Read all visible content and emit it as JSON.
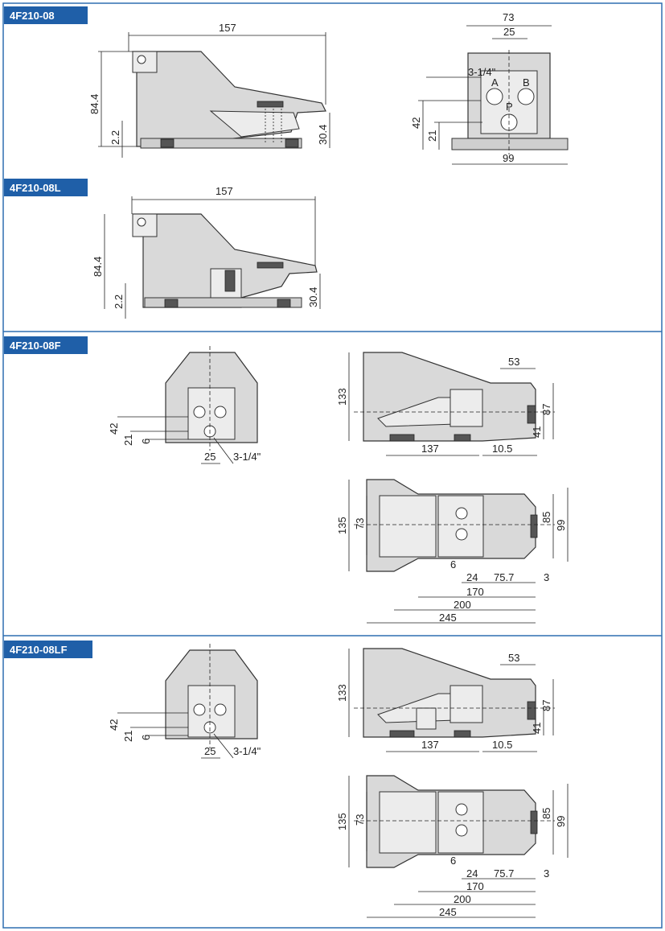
{
  "sections": [
    {
      "title": "4F210-08",
      "dims": {
        "length": "157",
        "height": "84.4",
        "base": "2.2",
        "pedal": "30.4",
        "width_top": "73",
        "port_spacing": "25",
        "port": "3-1/4\"",
        "h42": "42",
        "h21": "21",
        "base_width": "99"
      }
    },
    {
      "title": "4F210-08L",
      "dims": {
        "length": "157",
        "height": "84.4",
        "base": "2.2",
        "pedal": "30.4"
      }
    },
    {
      "title": "4F210-08F",
      "dims": {
        "h42": "42",
        "h21": "21",
        "h6": "6",
        "port_spacing": "25",
        "port": "3-1/4\"",
        "height": "133",
        "d53": "53",
        "d87": "87",
        "d41": "41",
        "d137": "137",
        "d10_5": "10.5",
        "d135": "135",
        "d73": "73",
        "d85": "85",
        "d99": "99",
        "d6": "6",
        "d24": "24",
        "d75_7": "75.7",
        "d3": "3",
        "d170": "170",
        "d200": "200",
        "d245": "245"
      }
    },
    {
      "title": "4F210-08LF",
      "dims": {
        "h42": "42",
        "h21": "21",
        "h6": "6",
        "port_spacing": "25",
        "port": "3-1/4\"",
        "height": "133",
        "d53": "53",
        "d87": "87",
        "d41": "41",
        "d137": "137",
        "d10_5": "10.5",
        "d135": "135",
        "d73": "73",
        "d85": "85",
        "d99": "99",
        "d6": "6",
        "d24": "24",
        "d75_7": "75.7",
        "d3": "3",
        "d170": "170",
        "d200": "200",
        "d245": "245"
      }
    }
  ],
  "port_labels": {
    "a": "A",
    "b": "B",
    "p": "P"
  },
  "colors": {
    "border": "#2f6fb0",
    "title_bg": "#1f5fa8",
    "body_fill": "#d9d9d9"
  }
}
